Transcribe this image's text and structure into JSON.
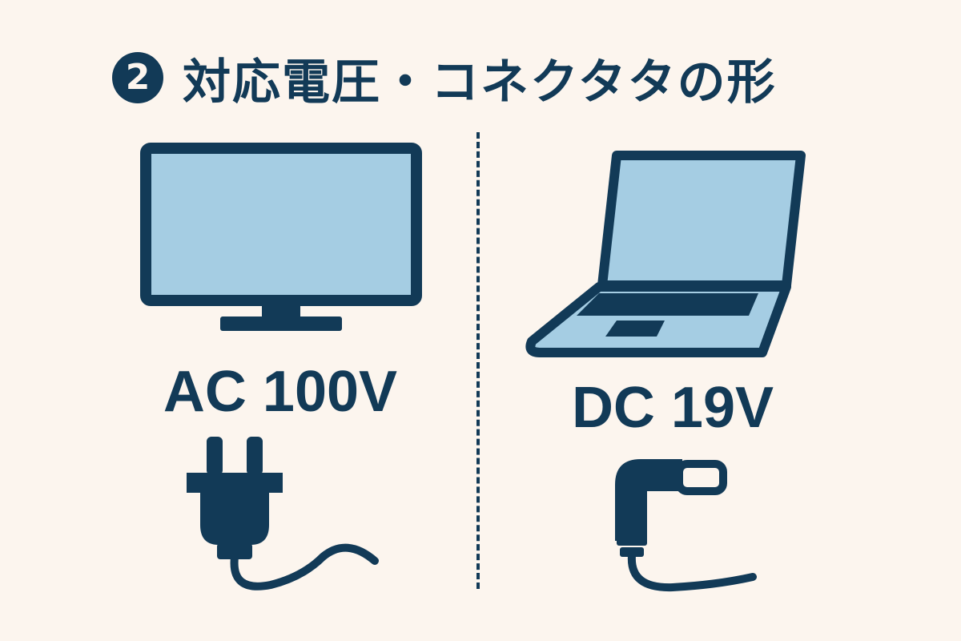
{
  "step": {
    "number": "2",
    "title": "対応電圧・コネクタタの形"
  },
  "left": {
    "device_icon": "tv-monitor-icon",
    "label": "AC 100V",
    "connector_icon": "ac-plug-icon"
  },
  "right": {
    "device_icon": "laptop-icon",
    "label": "DC 19V",
    "connector_icon": "dc-barrel-plug-icon"
  },
  "colors": {
    "background": "#fcf5ee",
    "ink": "#123a57",
    "screen": "#a5cde3"
  }
}
